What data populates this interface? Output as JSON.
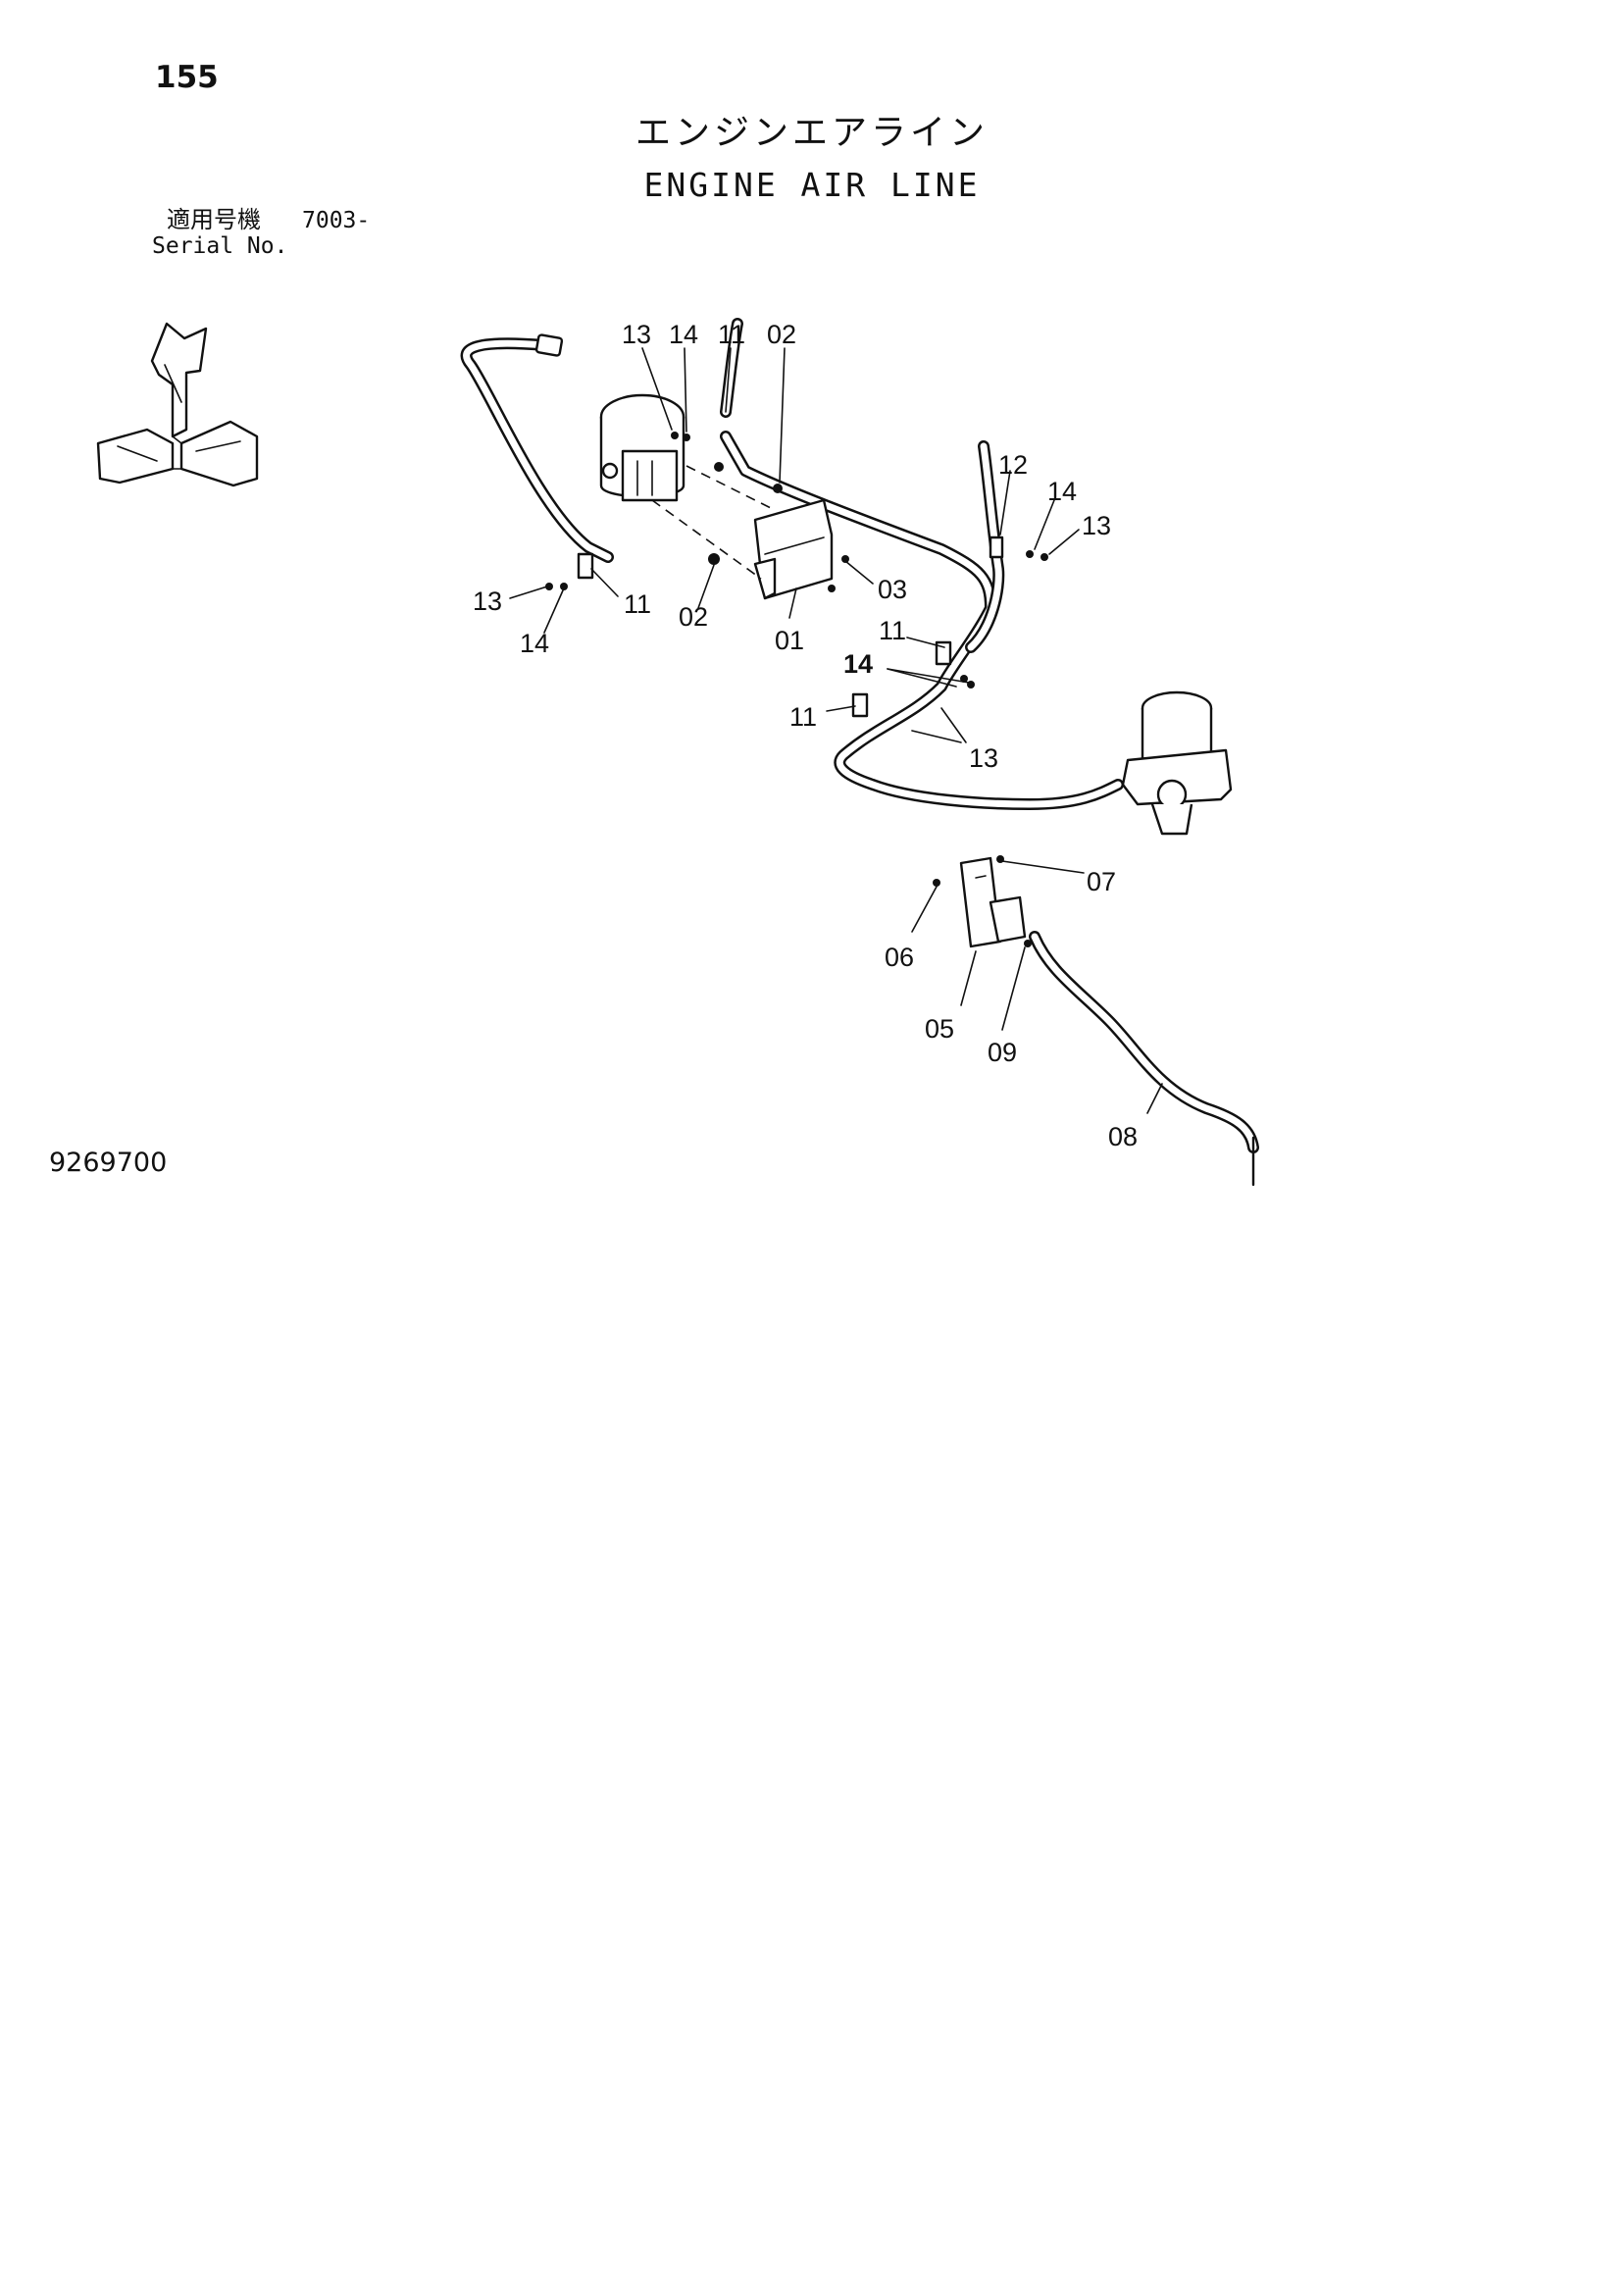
{
  "page": {
    "number": "155",
    "title_jp": "エンジンエアライン",
    "title_en": "ENGINE AIR LINE",
    "serial_label_jp": "適用号機",
    "serial_value": "7003-",
    "serial_label_en": "Serial No.",
    "drawing_number": "9269700"
  },
  "orientation_icon": {
    "name": "front-left-right-orientation-icon"
  },
  "callouts": [
    "13",
    "14",
    "11",
    "02",
    "12",
    "14",
    "13",
    "13",
    "14",
    "11",
    "02",
    "01",
    "03",
    "11",
    "14",
    "11",
    "13",
    "07",
    "06",
    "05",
    "09",
    "08"
  ]
}
